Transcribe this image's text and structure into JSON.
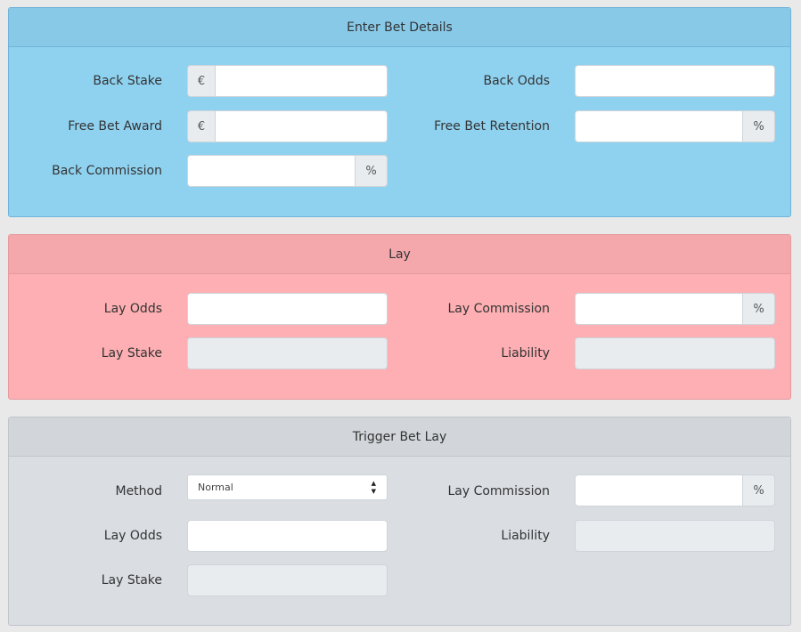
{
  "bet_details": {
    "title": "Enter Bet Details",
    "back_stake": {
      "label": "Back Stake",
      "prefix": "€",
      "value": ""
    },
    "back_odds": {
      "label": "Back Odds",
      "value": ""
    },
    "free_bet_award": {
      "label": "Free Bet Award",
      "prefix": "€",
      "value": ""
    },
    "free_bet_retention": {
      "label": "Free Bet Retention",
      "suffix": "%",
      "value": ""
    },
    "back_commission": {
      "label": "Back Commission",
      "suffix": "%",
      "value": ""
    }
  },
  "lay": {
    "title": "Lay",
    "lay_odds": {
      "label": "Lay Odds",
      "value": ""
    },
    "lay_commission": {
      "label": "Lay Commission",
      "suffix": "%",
      "value": ""
    },
    "lay_stake": {
      "label": "Lay Stake",
      "value": ""
    },
    "liability": {
      "label": "Liability",
      "value": ""
    }
  },
  "trigger": {
    "title": "Trigger Bet Lay",
    "method": {
      "label": "Method",
      "selected": "Normal"
    },
    "lay_commission": {
      "label": "Lay Commission",
      "suffix": "%",
      "value": ""
    },
    "lay_odds": {
      "label": "Lay Odds",
      "value": ""
    },
    "liability": {
      "label": "Liability",
      "value": ""
    },
    "lay_stake": {
      "label": "Lay Stake",
      "value": ""
    }
  }
}
